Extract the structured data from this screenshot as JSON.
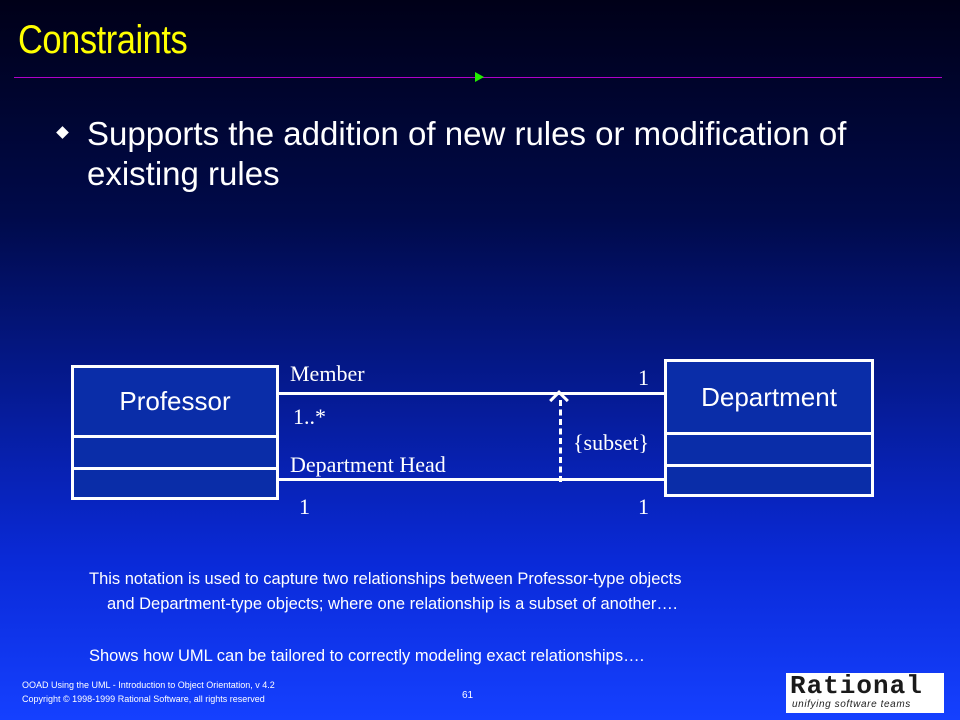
{
  "slide": {
    "title": "Constraints",
    "bullet": "Supports the addition of new rules or modification of existing rules",
    "page_number": "61"
  },
  "diagram": {
    "classes": [
      {
        "name": "Professor"
      },
      {
        "name": "Department"
      }
    ],
    "associations": [
      {
        "role": "Member",
        "near_multiplicity": "1..*",
        "far_multiplicity": "1"
      },
      {
        "role": "Department Head",
        "near_multiplicity": "1",
        "far_multiplicity": "1"
      }
    ],
    "constraint": "{subset}"
  },
  "notes": {
    "line1": "This notation is used to capture two relationships between Professor-type objects",
    "line2": "and Department-type objects; where one relationship is a subset of another….",
    "line3": "Shows how UML can be tailored to correctly modeling exact relationships…."
  },
  "footer": {
    "line1": "OOAD Using the UML - Introduction to Object Orientation, v 4.2",
    "line2": "Copyright © 1998-1999 Rational Software, all rights reserved"
  },
  "logo": {
    "wordmark": "Rational",
    "tagline": "unifying software teams"
  },
  "colors": {
    "title": "#ffff00",
    "rule": "#b000c8",
    "rule_arrow": "#22ee00",
    "class_fill": "#0a2da8"
  }
}
